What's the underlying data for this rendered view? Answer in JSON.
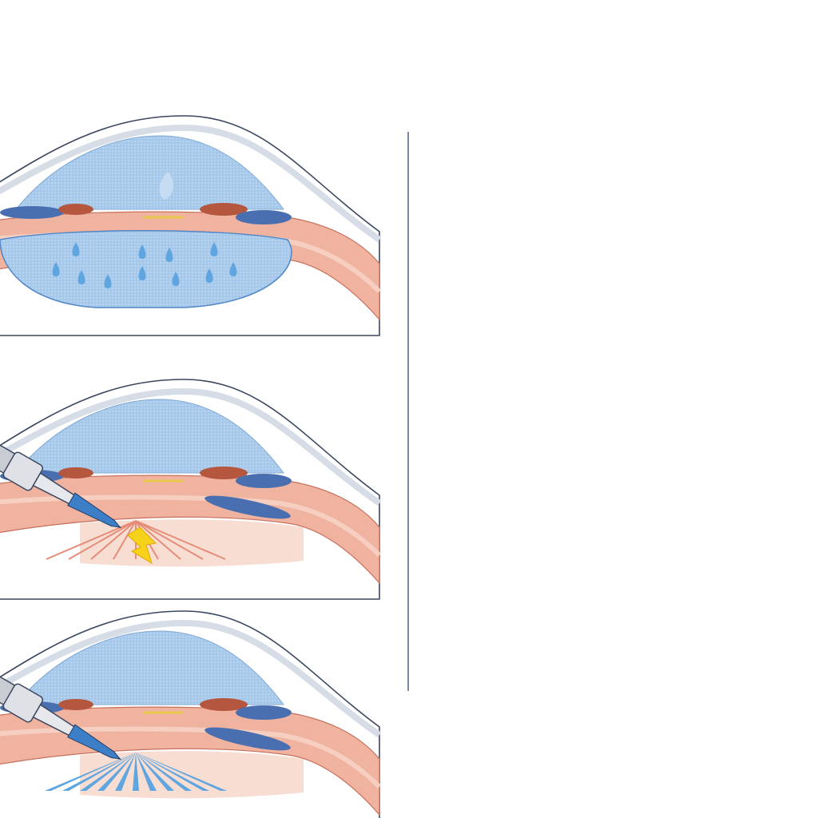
{
  "colors": {
    "background": "#ffffff",
    "outline": "#3b4660",
    "lens_blue": "#9fc3e8",
    "lens_blue_dark": "#4f86c6",
    "tissue_pink": "#efb3a0",
    "tissue_light": "#f8ddd2",
    "tissue_dark": "#c8705c",
    "vessel_blue": "#4a6fb0",
    "vessel_red": "#b5573e",
    "instrument_steel": "#c9ccd3",
    "instrument_dark": "#6f7480",
    "spark_yellow": "#f7d21b",
    "droplet_blue": "#5fa5e0",
    "divider": "#55607a"
  },
  "panels": [
    {
      "id": "top-left",
      "instrument": "none",
      "effect": "droplets"
    },
    {
      "id": "top-right",
      "instrument": "probe",
      "effect": "spark"
    },
    {
      "id": "middle-left",
      "instrument": "blue-tip-probe",
      "effect": "spark"
    },
    {
      "id": "middle-right",
      "instrument": "knurled-probe",
      "effect": "rays"
    },
    {
      "id": "bottom-left",
      "instrument": "blue-tip-probe",
      "effect": "rays"
    }
  ]
}
